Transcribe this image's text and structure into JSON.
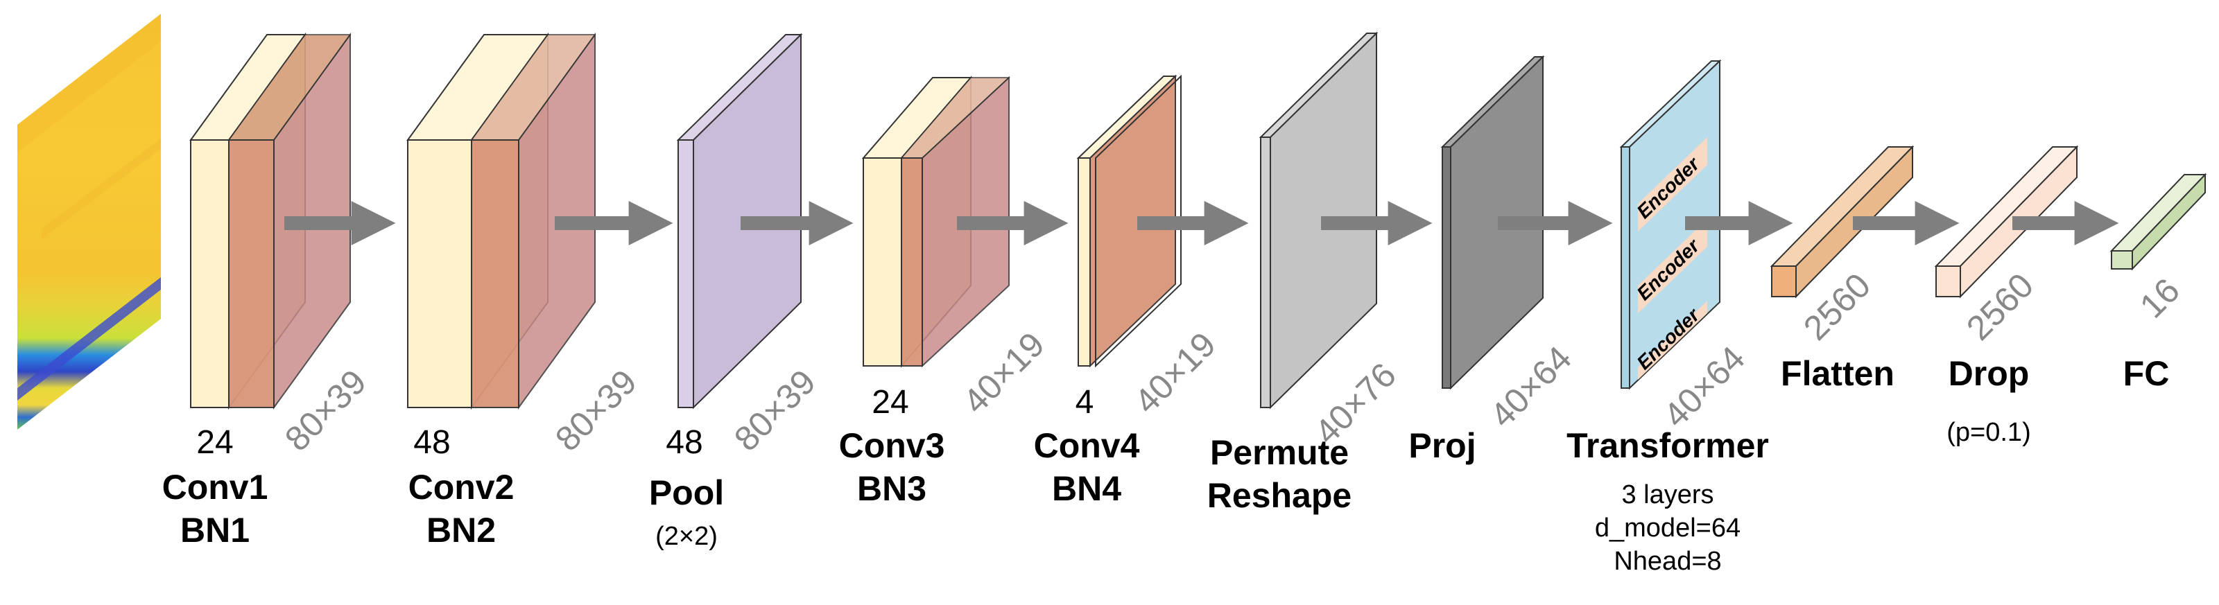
{
  "colors": {
    "cream": "#fff2cc",
    "cream_edge": "#f2dca6",
    "conv_front": "#d9957a",
    "conv_back": "#c98c8c",
    "pool": "#c9bcd8",
    "permute": "#c4c4c4",
    "proj": "#8f8f8f",
    "transformer": "#b9dcea",
    "encoder": "#f8d9c4",
    "flatten": "#f1c398",
    "drop": "#fde3d2",
    "fc": "#d5e6c0",
    "arrow": "#7f7f7f",
    "dim_text": "#888888"
  },
  "blocks": [
    {
      "id": "conv1",
      "channels": "24",
      "dim": "80×39",
      "label": [
        "Conv1",
        "BN1"
      ]
    },
    {
      "id": "conv2",
      "channels": "48",
      "dim": "80×39",
      "label": [
        "Conv2",
        "BN2"
      ]
    },
    {
      "id": "pool",
      "channels": "48",
      "dim": "80×39",
      "label": [
        "Pool"
      ],
      "note": "(2×2)"
    },
    {
      "id": "conv3",
      "channels": "24",
      "dim": "40×19",
      "label": [
        "Conv3",
        "BN3"
      ]
    },
    {
      "id": "conv4",
      "channels": "4",
      "dim": "40×19",
      "label": [
        "Conv4",
        "BN4"
      ]
    },
    {
      "id": "permute",
      "dim": "40×76",
      "label": [
        "Permute",
        "Reshape"
      ]
    },
    {
      "id": "proj",
      "dim": "40×64",
      "label": [
        "Proj"
      ]
    },
    {
      "id": "transformer",
      "dim": "40×64",
      "label": [
        "Transformer"
      ],
      "details": [
        "3 layers",
        "d_model=64",
        "Nhead=8"
      ],
      "encoders": [
        "Encoder",
        "Encoder",
        "Encoder"
      ]
    },
    {
      "id": "flatten",
      "dim": "2560",
      "label": [
        "Flatten"
      ]
    },
    {
      "id": "drop",
      "dim": "2560",
      "label": [
        "Drop"
      ],
      "note": "(p=0.1)"
    },
    {
      "id": "fc",
      "dim": "16",
      "label": [
        "FC"
      ]
    }
  ]
}
